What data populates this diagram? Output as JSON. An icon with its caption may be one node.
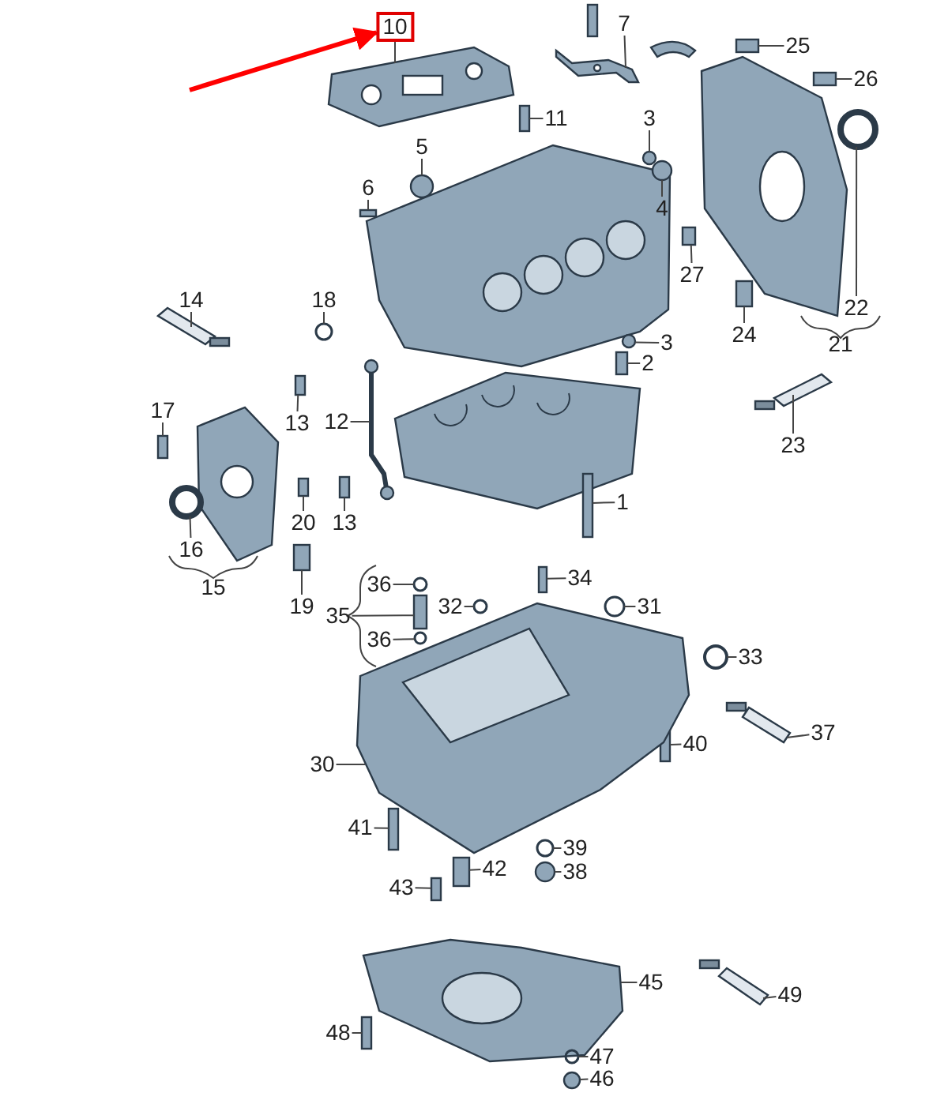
{
  "diagram": {
    "nodes": [
      {
        "text": [
          "10"
        ]
      },
      {
        "text": [
          "7"
        ]
      },
      {
        "text": [
          "25"
        ]
      },
      {
        "text": [
          "26"
        ]
      },
      {
        "text": [
          "11"
        ]
      },
      {
        "text": [
          "3"
        ]
      },
      {
        "text": [
          "5"
        ]
      },
      {
        "text": [
          "6"
        ]
      },
      {
        "text": [
          "4"
        ]
      },
      {
        "text": [
          "27"
        ]
      },
      {
        "text": [
          "14"
        ]
      },
      {
        "text": [
          "18"
        ]
      },
      {
        "text": [
          "22"
        ]
      },
      {
        "text": [
          "24"
        ]
      },
      {
        "text": [
          "3"
        ]
      },
      {
        "text": [
          "2"
        ]
      },
      {
        "text": [
          "17"
        ]
      },
      {
        "text": [
          "13"
        ]
      },
      {
        "text": [
          "12"
        ]
      },
      {
        "text": [
          "23"
        ]
      },
      {
        "text": [
          "1"
        ]
      },
      {
        "text": [
          "20"
        ]
      },
      {
        "text": [
          "13"
        ]
      },
      {
        "text": [
          "16"
        ]
      },
      {
        "text": [
          "34"
        ]
      },
      {
        "text": [
          "36"
        ]
      },
      {
        "text": [
          "19"
        ]
      },
      {
        "text": [
          "32"
        ]
      },
      {
        "text": [
          "31"
        ]
      },
      {
        "text": [
          "35"
        ]
      },
      {
        "text": [
          "36"
        ]
      },
      {
        "text": [
          "33"
        ]
      },
      {
        "text": [
          "37"
        ]
      },
      {
        "text": [
          "40"
        ]
      },
      {
        "text": [
          "30"
        ]
      },
      {
        "text": [
          "41"
        ]
      },
      {
        "text": [
          "39"
        ]
      },
      {
        "text": [
          "42"
        ]
      },
      {
        "text": [
          "38"
        ]
      },
      {
        "text": [
          "43"
        ]
      },
      {
        "text": [
          "45"
        ]
      },
      {
        "text": [
          "49"
        ]
      },
      {
        "text": [
          "48"
        ]
      },
      {
        "text": [
          "47"
        ]
      },
      {
        "text": [
          "46"
        ]
      },
      {
        "text": [],
        "shape": "picture"
      },
      {
        "text": [],
        "shape": "picture"
      },
      {
        "text": [],
        "shape": "box"
      },
      {
        "text": [],
        "shape": "box"
      },
      {
        "text": [],
        "shape": "box"
      },
      {
        "text": [],
        "shape": "circle"
      },
      {
        "text": [],
        "shape": "circle"
      },
      {
        "text": [],
        "shape": "box"
      },
      {
        "text": [],
        "shape": "circle"
      },
      {
        "text": [],
        "shape": "box"
      },
      {
        "text": [],
        "shape": "picture"
      },
      {
        "text": [],
        "shape": "circle"
      },
      {
        "text": [],
        "shape": "circle"
      },
      {
        "text": [],
        "shape": "box"
      },
      {
        "text": [],
        "shape": "circle"
      },
      {
        "text": [],
        "shape": "box"
      },
      {
        "text": [],
        "shape": "box"
      },
      {
        "text": [],
        "shape": "box"
      },
      {
        "text": [],
        "shape": "picture"
      },
      {
        "text": [],
        "shape": "picture"
      },
      {
        "text": [],
        "shape": "box"
      },
      {
        "text": [],
        "shape": "box"
      },
      {
        "text": [],
        "shape": "box"
      },
      {
        "text": [],
        "shape": "circle"
      },
      {
        "text": [],
        "shape": "box"
      },
      {
        "text": [],
        "shape": "circle"
      },
      {
        "text": [],
        "shape": "box"
      },
      {
        "text": [],
        "shape": "circle"
      },
      {
        "text": [],
        "shape": "circle"
      },
      {
        "text": [],
        "shape": "box"
      },
      {
        "text": [],
        "shape": "circle"
      },
      {
        "text": [],
        "shape": "circle"
      },
      {
        "text": [],
        "shape": "picture"
      },
      {
        "text": [],
        "shape": "box"
      },
      {
        "text": [],
        "shape": "picture"
      },
      {
        "text": [],
        "shape": "box"
      },
      {
        "text": [],
        "shape": "circle"
      },
      {
        "text": [],
        "shape": "box"
      },
      {
        "text": [],
        "shape": "circle"
      },
      {
        "text": [],
        "shape": "box"
      },
      {
        "text": [],
        "shape": "picture"
      },
      {
        "text": [],
        "shape": "picture"
      },
      {
        "text": [],
        "shape": "box"
      },
      {
        "text": [],
        "shape": "circle"
      },
      {
        "text": [],
        "shape": "circle"
      }
    ],
    "edges": [
      {
        "from": 0,
        "to": 45,
        "arrow": "none"
      },
      {
        "from": 1,
        "to": 46,
        "arrow": "none"
      },
      {
        "from": 2,
        "to": 47,
        "arrow": "none"
      },
      {
        "from": 3,
        "to": 48,
        "arrow": "none"
      },
      {
        "from": 4,
        "to": 49,
        "arrow": "none"
      },
      {
        "from": 5,
        "to": 50,
        "arrow": "none"
      },
      {
        "from": 6,
        "to": 51,
        "arrow": "none"
      },
      {
        "from": 7,
        "to": 52,
        "arrow": "none"
      },
      {
        "from": 8,
        "to": 53,
        "arrow": "none"
      },
      {
        "from": 9,
        "to": 54,
        "arrow": "none"
      },
      {
        "from": 10,
        "to": 55,
        "arrow": "none"
      },
      {
        "from": 11,
        "to": 56,
        "arrow": "none"
      },
      {
        "from": 12,
        "to": 57,
        "arrow": "none"
      },
      {
        "from": 13,
        "to": 58,
        "arrow": "none"
      },
      {
        "from": 14,
        "to": 59,
        "arrow": "none"
      },
      {
        "from": 15,
        "to": 60,
        "arrow": "none"
      },
      {
        "from": 16,
        "to": 61,
        "arrow": "none"
      },
      {
        "from": 17,
        "to": 62,
        "arrow": "none"
      },
      {
        "from": 18,
        "to": 63,
        "arrow": "none"
      },
      {
        "from": 19,
        "to": 64,
        "arrow": "none"
      },
      {
        "from": 20,
        "to": 65,
        "arrow": "none"
      },
      {
        "from": 21,
        "to": 66,
        "arrow": "none"
      },
      {
        "from": 22,
        "to": 67,
        "arrow": "none"
      },
      {
        "from": 23,
        "to": 68,
        "arrow": "none"
      },
      {
        "from": 24,
        "to": 69,
        "arrow": "none"
      },
      {
        "from": 25,
        "to": 70,
        "arrow": "none"
      },
      {
        "from": 26,
        "to": 71,
        "arrow": "none"
      },
      {
        "from": 27,
        "to": 72,
        "arrow": "none"
      },
      {
        "from": 28,
        "to": 73,
        "arrow": "none"
      },
      {
        "from": 29,
        "to": 74,
        "arrow": "none"
      },
      {
        "from": 30,
        "to": 75,
        "arrow": "none"
      },
      {
        "from": 31,
        "to": 76,
        "arrow": "none"
      },
      {
        "from": 32,
        "to": 77,
        "arrow": "none"
      },
      {
        "from": 33,
        "to": 78,
        "arrow": "none"
      },
      {
        "from": 34,
        "to": 79,
        "arrow": "none"
      },
      {
        "from": 35,
        "to": 80,
        "arrow": "none"
      },
      {
        "from": 36,
        "to": 81,
        "arrow": "none"
      },
      {
        "from": 37,
        "to": 82,
        "arrow": "none"
      },
      {
        "from": 38,
        "to": 83,
        "arrow": "none"
      },
      {
        "from": 39,
        "to": 84,
        "arrow": "none"
      },
      {
        "from": 40,
        "to": 85,
        "arrow": "none"
      },
      {
        "from": 41,
        "to": 86,
        "arrow": "none"
      },
      {
        "from": 42,
        "to": 87,
        "arrow": "none"
      },
      {
        "from": 43,
        "to": 88,
        "arrow": "none"
      },
      {
        "from": 44,
        "to": 89,
        "arrow": "none"
      },
      {
        "from": null,
        "to": 0,
        "arrow": "to",
        "style": "thick",
        "color": "#ff0000"
      }
    ],
    "labels": [
      "21",
      "15"
    ]
  }
}
